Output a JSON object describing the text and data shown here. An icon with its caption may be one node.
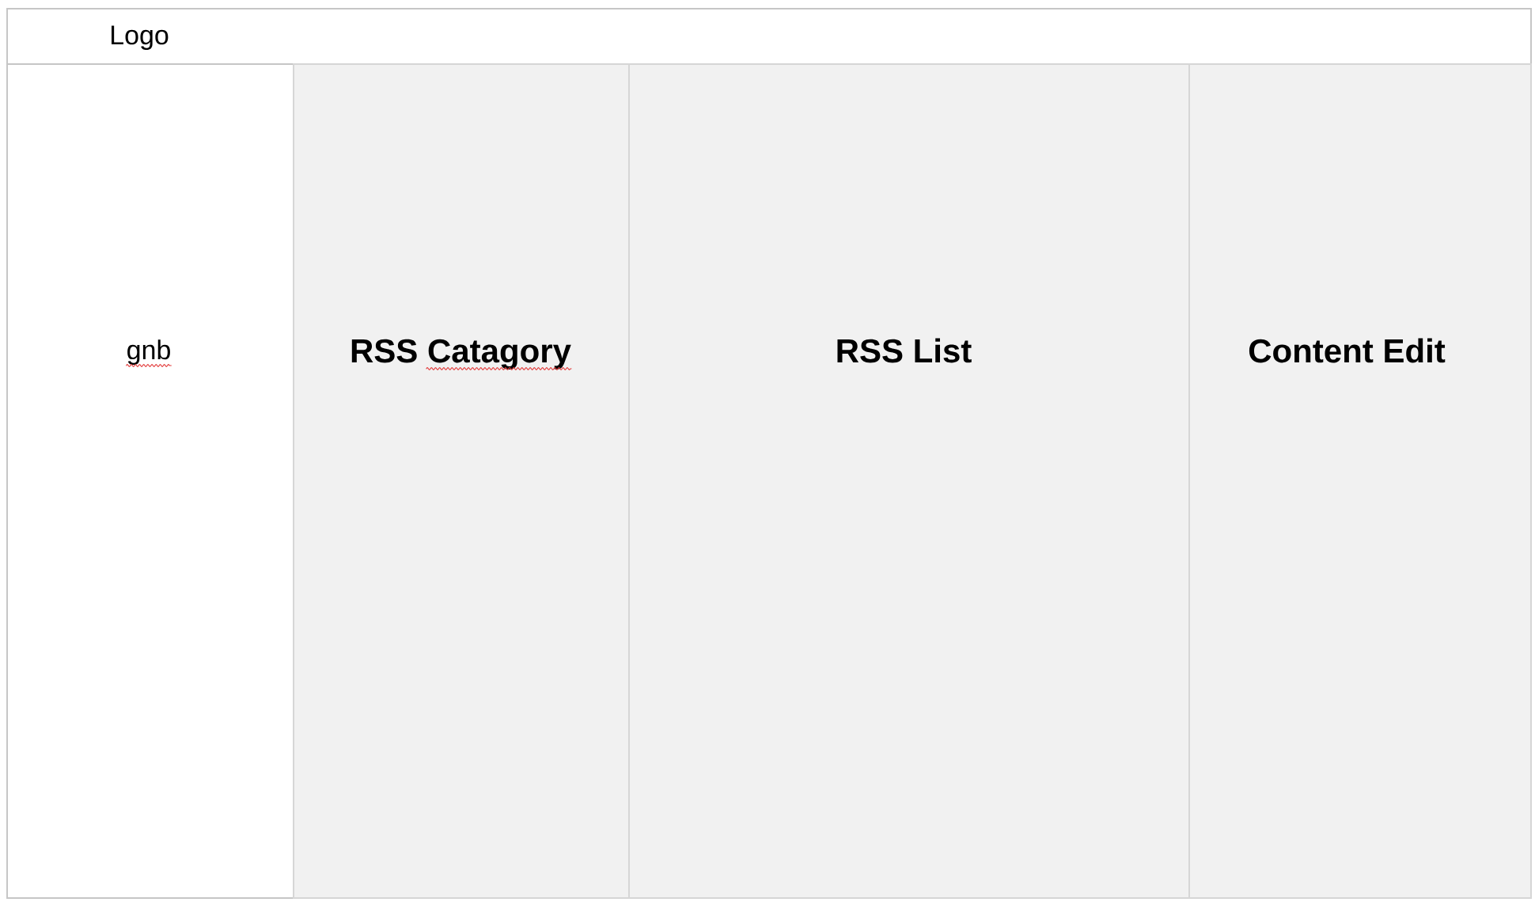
{
  "diagram": {
    "nodes": [
      {
        "text": [
          "Logo"
        ]
      },
      {
        "text": [
          "gnb"
        ]
      },
      {
        "text": [
          "RSS Catagory"
        ]
      },
      {
        "text": [
          "RSS List"
        ]
      },
      {
        "text": [
          "Content Edit"
        ]
      }
    ]
  }
}
